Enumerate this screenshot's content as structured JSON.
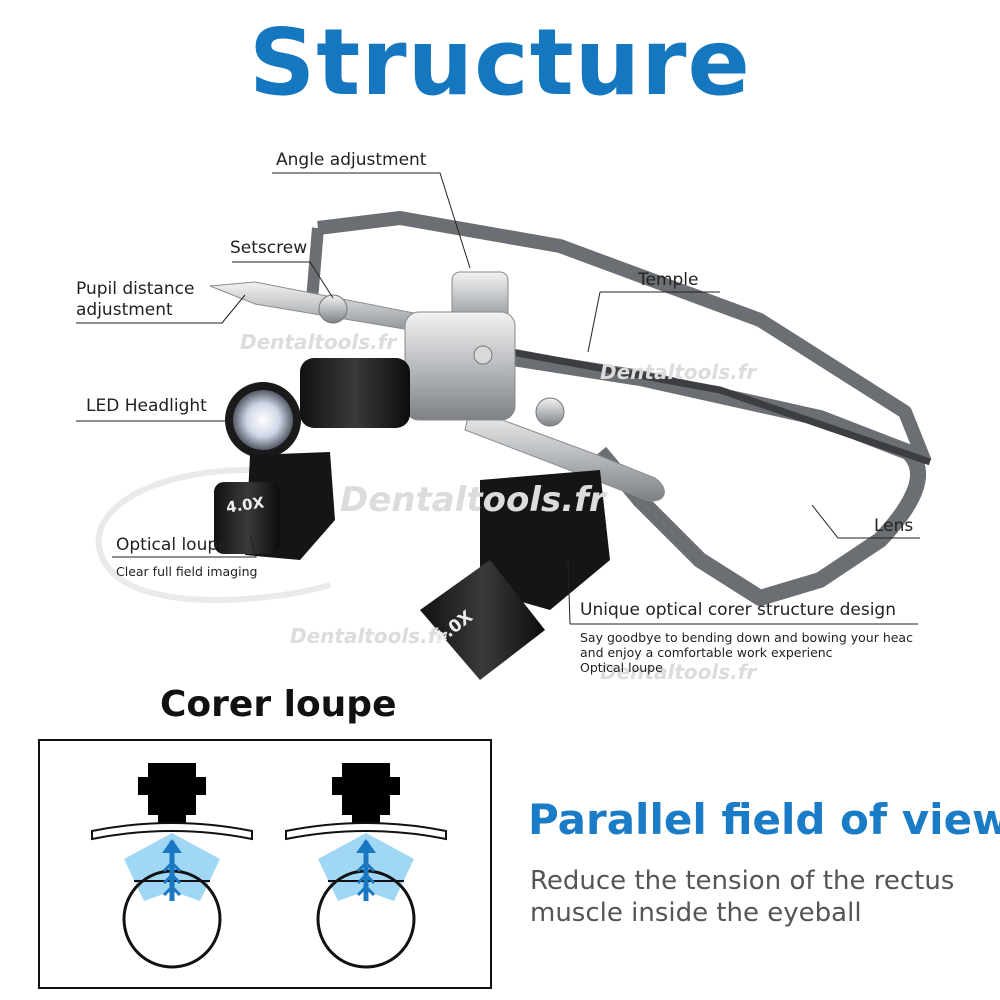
{
  "title": "Structure",
  "labels": {
    "angle_adjustment": "Angle adjustment",
    "setscrew": "Setscrew",
    "pupil_distance_1": "Pupil distance",
    "pupil_distance_2": "adjustment",
    "temple": "Temple",
    "led_headlight": "LED Headlight",
    "lens": "Lens",
    "optical_loupe": "Optical loupe",
    "optical_loupe_sub": "Clear full field imaging",
    "unique_design": "Unique optical corer structure design",
    "unique_sub_1": "Say goodbye to bending down and bowing your heac",
    "unique_sub_2": "and enjoy a comfortable work experienc",
    "unique_sub_3": "Optical loupe"
  },
  "magnification": "4.0X",
  "watermark": "Dentaltools.fr",
  "corer": {
    "title": "Corer loupe"
  },
  "parallel": {
    "title": "Parallel field of view",
    "desc_1": "Reduce the tension of the rectus",
    "desc_2": "muscle inside the eyeball"
  },
  "colors": {
    "accent_blue": "#1577c0",
    "frame_gray": "#6b6e72",
    "fov_blue": "#8fd0f2"
  }
}
